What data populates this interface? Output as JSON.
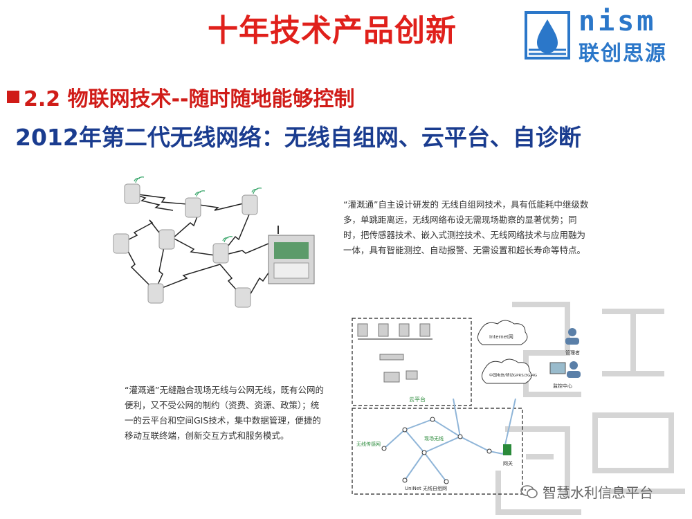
{
  "header": {
    "title": "十年技术产品创新",
    "logo_brand": "nism",
    "logo_brand_cn": "联创思源"
  },
  "section": {
    "heading": "2.2 物联网技术--随时随地能够控制"
  },
  "subtitle": "2012年第二代无线网络：无线自组网、云平台、自诊断",
  "paragraph1": "“灌溉通”自主设计研发的 无线自组网技术，具有低能耗中继级数多，单跳距离远，无线网络布设无需现场勘察的显著优势；同时，把传感器技术、嵌入式测控技术、无线网络技术与应用融为一体，具有智能测控、自动报警、无需设置和超长寿命等特点。",
  "paragraph2": "“灌溉通”无缝融合现场无线与公网无线，既有公网的便利，又不受公网的制约（资费、资源、政策）；统一的云平台和空间GIS技术，集中数据管理，便捷的移动互联终端，创新交互方式和服务模式。",
  "network_diagram": {
    "labels": {
      "internet": "Internet网",
      "mobile_net": "中国电信/移动GPRS/3G/4G",
      "manager": "管理者",
      "monitor_center": "监控中心",
      "cloud_platform": "云平台",
      "sensor_net": "无线传感网",
      "relay": "现场无线",
      "gateway": "网关",
      "self_org": "UniNet 无线自组网"
    }
  },
  "footer": {
    "label": "智慧水利信息平台"
  },
  "colors": {
    "title_red": "#e0201b",
    "heading_red": "#d01c18",
    "subtitle_blue": "#1a3c8f",
    "logo_blue": "#2b77c9"
  }
}
